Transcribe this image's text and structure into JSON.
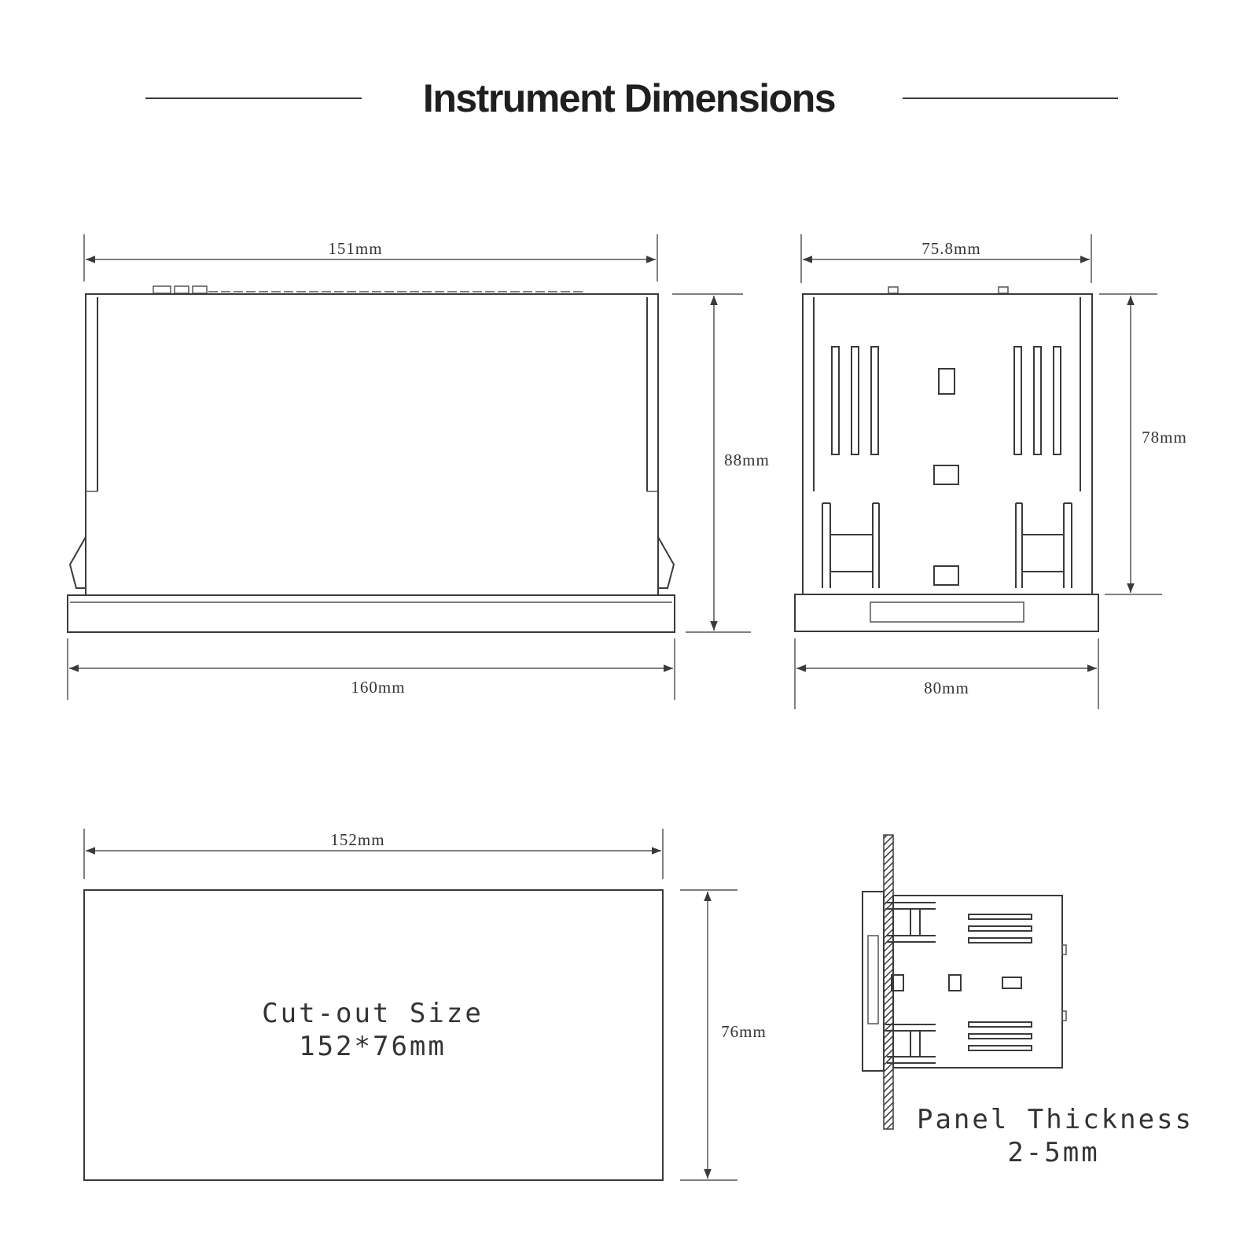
{
  "title": "Instrument Dimensions",
  "front_view": {
    "top_width": "151mm",
    "bottom_width": "160mm",
    "height": "88mm"
  },
  "side_view": {
    "top_width": "75.8mm",
    "bottom_width": "80mm",
    "height": "78mm"
  },
  "cutout": {
    "width": "152mm",
    "height": "76mm",
    "label": "Cut-out Size",
    "size": "152*76mm"
  },
  "panel": {
    "label": "Panel Thickness",
    "thickness": "2-5mm"
  },
  "colors": {
    "line": "#3a3a3a",
    "text": "#333333",
    "title": "#1f1f1f"
  }
}
